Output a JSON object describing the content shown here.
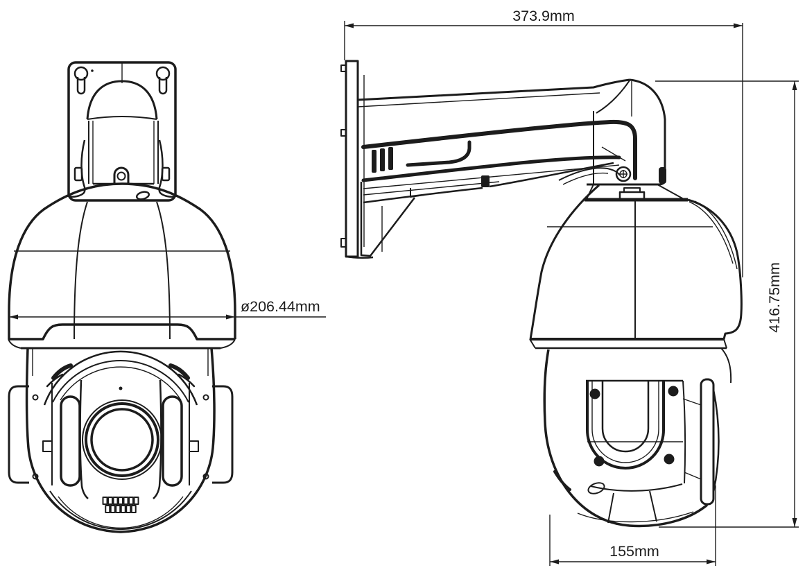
{
  "colors": {
    "line": "#1c1c1c",
    "background": "#ffffff"
  },
  "dims": {
    "top": {
      "value": "373.9mm"
    },
    "diameter": {
      "value": "ø206.44mm"
    },
    "height": {
      "value": "416.75mm"
    },
    "bottom": {
      "value": "155mm"
    }
  }
}
